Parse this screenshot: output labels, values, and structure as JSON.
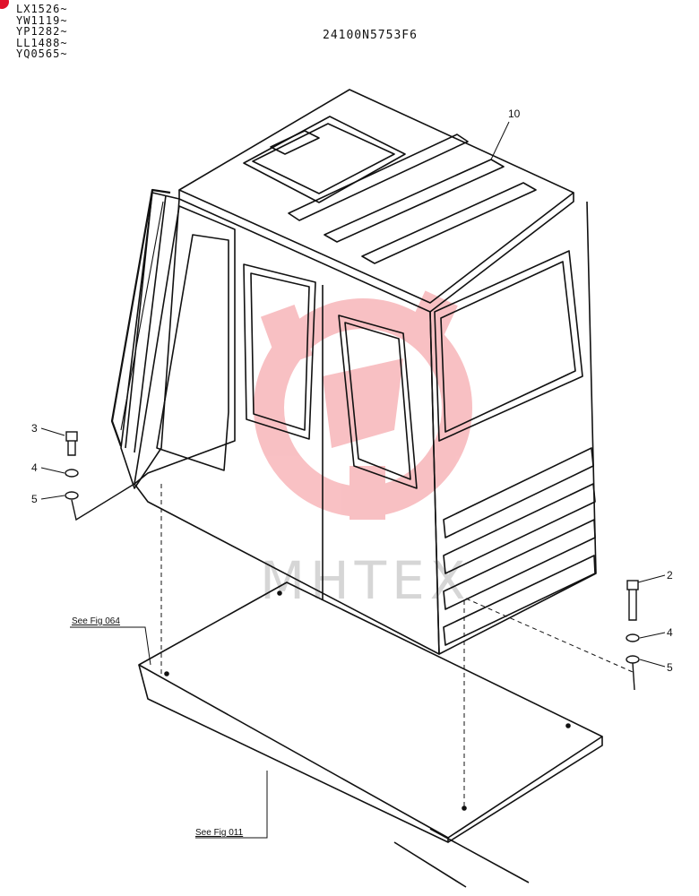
{
  "header": {
    "serials": [
      "LX1526~",
      "YW1119~",
      "YP1282~",
      "LL1488~",
      "YQ0565~"
    ],
    "drawing_number": "24100N5753F6"
  },
  "callouts": {
    "cab": "10",
    "bolt_right": "2",
    "washer_right_1": "4",
    "washer_right_2": "5",
    "bolt_left": "3",
    "washer_left_1": "4",
    "washer_left_2": "5"
  },
  "references": {
    "upper": "See Fig 064",
    "lower": "See Fig 011"
  },
  "watermark": {
    "text": "MHTEX",
    "color": "#e8202a"
  }
}
